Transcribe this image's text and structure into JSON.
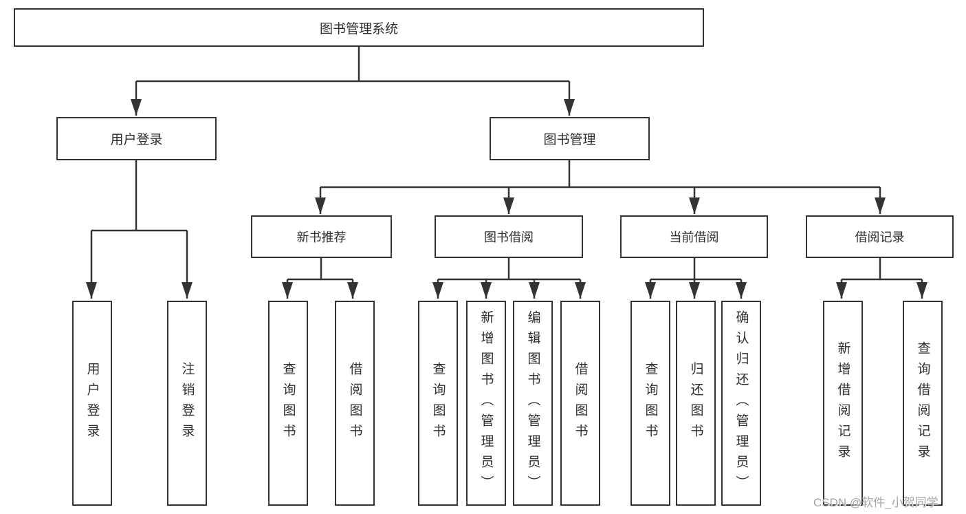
{
  "title": "图书管理系统",
  "tree": {
    "root": "图书管理系统",
    "branches": [
      {
        "label": "用户登录",
        "children": [
          "用户登录",
          "注销登录"
        ]
      },
      {
        "label": "图书管理",
        "groups": [
          {
            "label": "新书推荐",
            "children": [
              "查询图书",
              "借阅图书"
            ]
          },
          {
            "label": "图书借阅",
            "children": [
              "查询图书",
              "新增图书（管理员）",
              "编辑图书（管理员）",
              "借阅图书"
            ]
          },
          {
            "label": "当前借阅",
            "children": [
              "查询图书",
              "归还图书",
              "确认归还（管理员）"
            ]
          },
          {
            "label": "借阅记录",
            "children": [
              "新增借阅记录",
              "查询借阅记录"
            ]
          }
        ]
      }
    ]
  },
  "watermark": "CSDN @软件_小贺同学",
  "colors": {
    "line": "#333333",
    "text": "#2f2f2f",
    "box_background": "#ffffff",
    "watermark": "#a6a6a6"
  }
}
